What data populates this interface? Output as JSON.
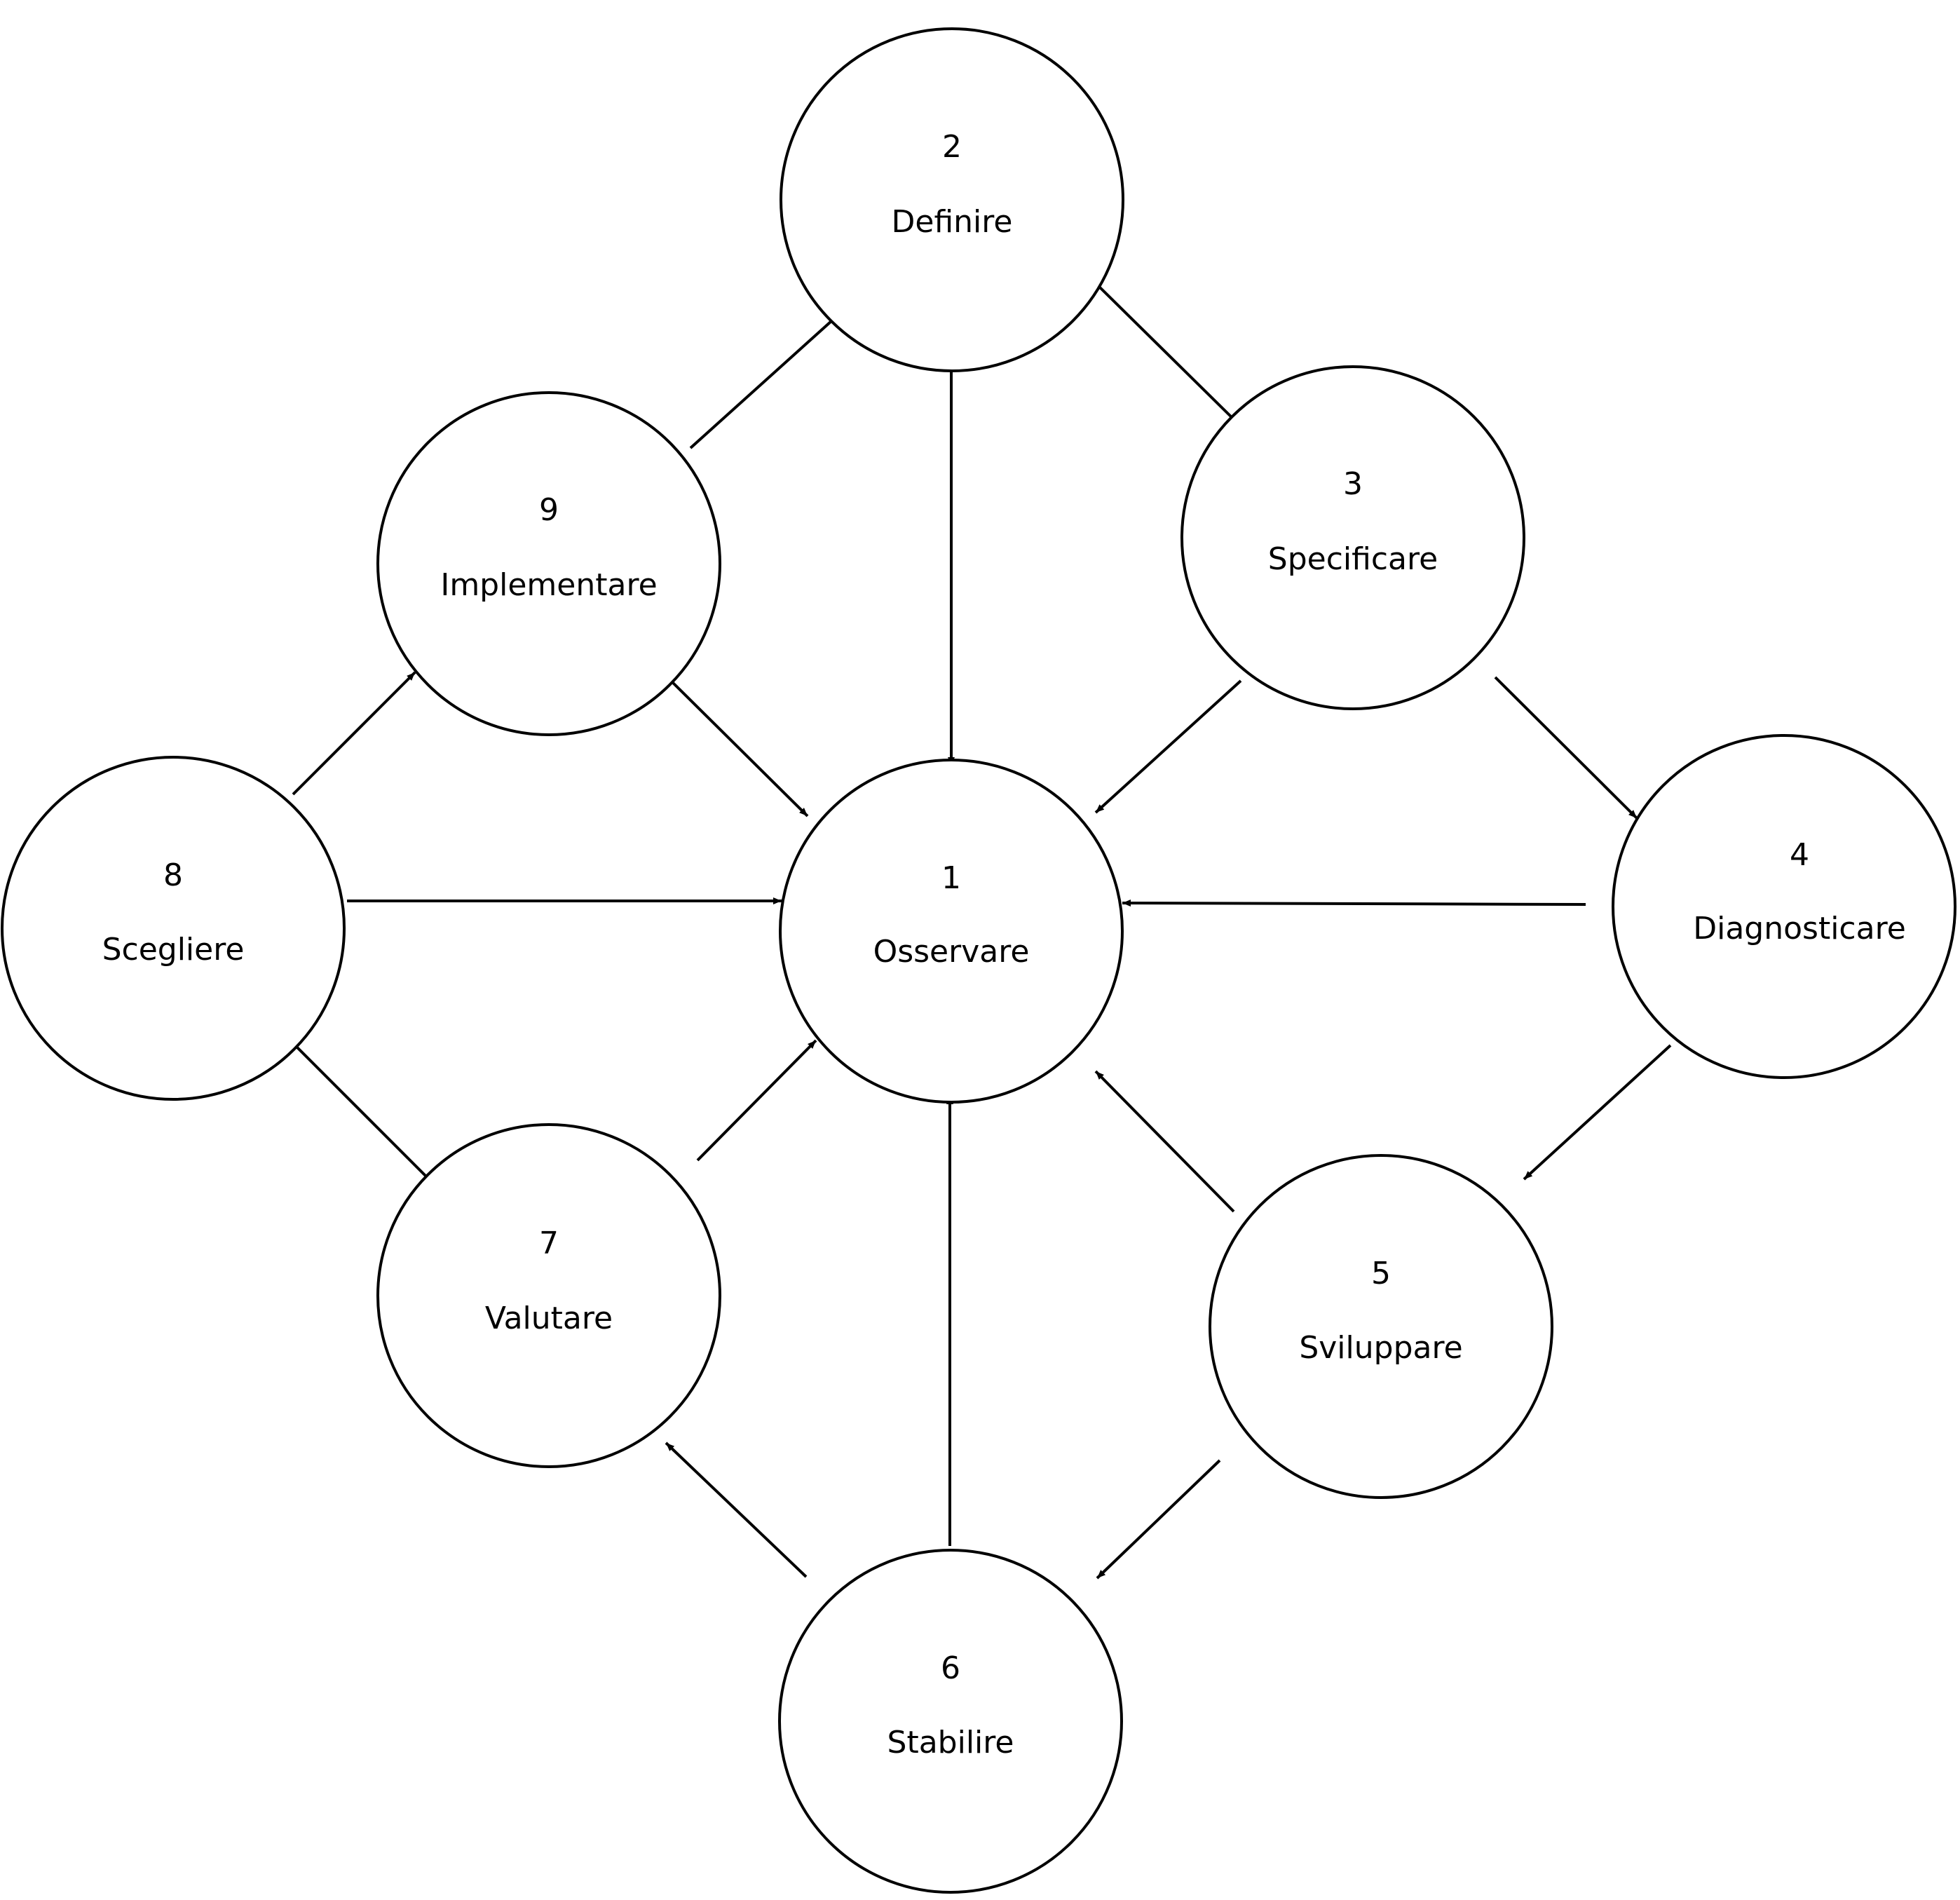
{
  "diagram": {
    "nodes": [
      {
        "id": "1",
        "number": "1",
        "label": "Osservare"
      },
      {
        "id": "2",
        "number": "2",
        "label": "Definire"
      },
      {
        "id": "3",
        "number": "3",
        "label": "Specificare"
      },
      {
        "id": "4",
        "number": "4",
        "label": "Diagnosticare"
      },
      {
        "id": "5",
        "number": "5",
        "label": "Sviluppare"
      },
      {
        "id": "6",
        "number": "6",
        "label": "Stabilire"
      },
      {
        "id": "7",
        "number": "7",
        "label": "Valutare"
      },
      {
        "id": "8",
        "number": "8",
        "label": "Scegliere"
      },
      {
        "id": "9",
        "number": "9",
        "label": "Implementare"
      }
    ],
    "edges": [
      {
        "from": "2",
        "to": "3"
      },
      {
        "from": "3",
        "to": "4"
      },
      {
        "from": "4",
        "to": "5"
      },
      {
        "from": "5",
        "to": "6"
      },
      {
        "from": "6",
        "to": "7"
      },
      {
        "from": "7",
        "to": "8"
      },
      {
        "from": "8",
        "to": "9"
      },
      {
        "from": "9",
        "to": "2"
      },
      {
        "from": "2",
        "to": "1"
      },
      {
        "from": "3",
        "to": "1"
      },
      {
        "from": "4",
        "to": "1"
      },
      {
        "from": "5",
        "to": "1"
      },
      {
        "from": "6",
        "to": "1"
      },
      {
        "from": "7",
        "to": "1"
      },
      {
        "from": "8",
        "to": "1"
      },
      {
        "from": "9",
        "to": "1"
      }
    ],
    "colors": {
      "stroke": "#000000",
      "fill": "#ffffff"
    }
  }
}
